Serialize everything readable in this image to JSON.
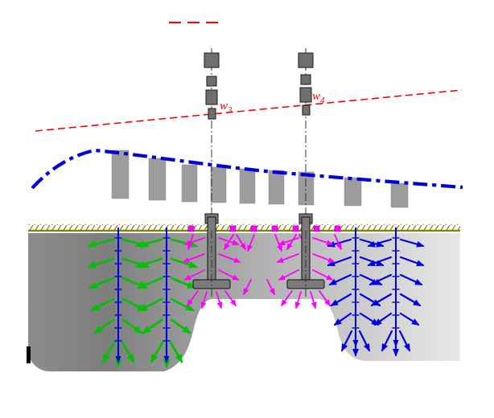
{
  "figure": {
    "legend": {
      "symbol": "red-dashed-line"
    },
    "labels": {
      "w3": {
        "base": "w",
        "sub": "3"
      },
      "w4": {
        "base": "w",
        "sub": "4"
      }
    },
    "colors": {
      "tilt_line": "#ff0000",
      "settlement_curve": "#0000dd",
      "building_gray": "#9c9c9c",
      "ground_olive": "#7f7f00",
      "soil_dark": "#858585",
      "soil_light": "#e8e8e8",
      "green_arrows": "#00c200",
      "magenta_arrows": "#ff00ff",
      "blue_arrows": "#0000e6",
      "label_red": "#ff0000"
    }
  }
}
